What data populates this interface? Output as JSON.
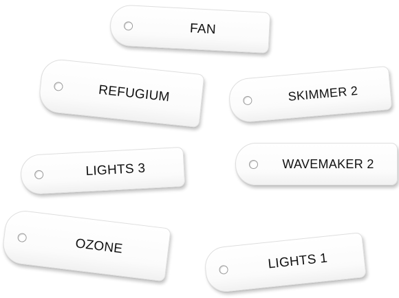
{
  "scene": {
    "background_color": "#ffffff",
    "tag_color": "#ffffff",
    "text_color": "#111111"
  },
  "tags": [
    {
      "id": "fan",
      "text": "FAN"
    },
    {
      "id": "refugium",
      "text": "REFUGIUM"
    },
    {
      "id": "skimmer-2",
      "text": "SKIMMER 2"
    },
    {
      "id": "lights-3",
      "text": "LIGHTS 3"
    },
    {
      "id": "wavemaker-2",
      "text": "WAVEMAKER 2"
    },
    {
      "id": "ozone",
      "text": "OZONE"
    },
    {
      "id": "lights-1",
      "text": "LIGHTS 1"
    }
  ]
}
